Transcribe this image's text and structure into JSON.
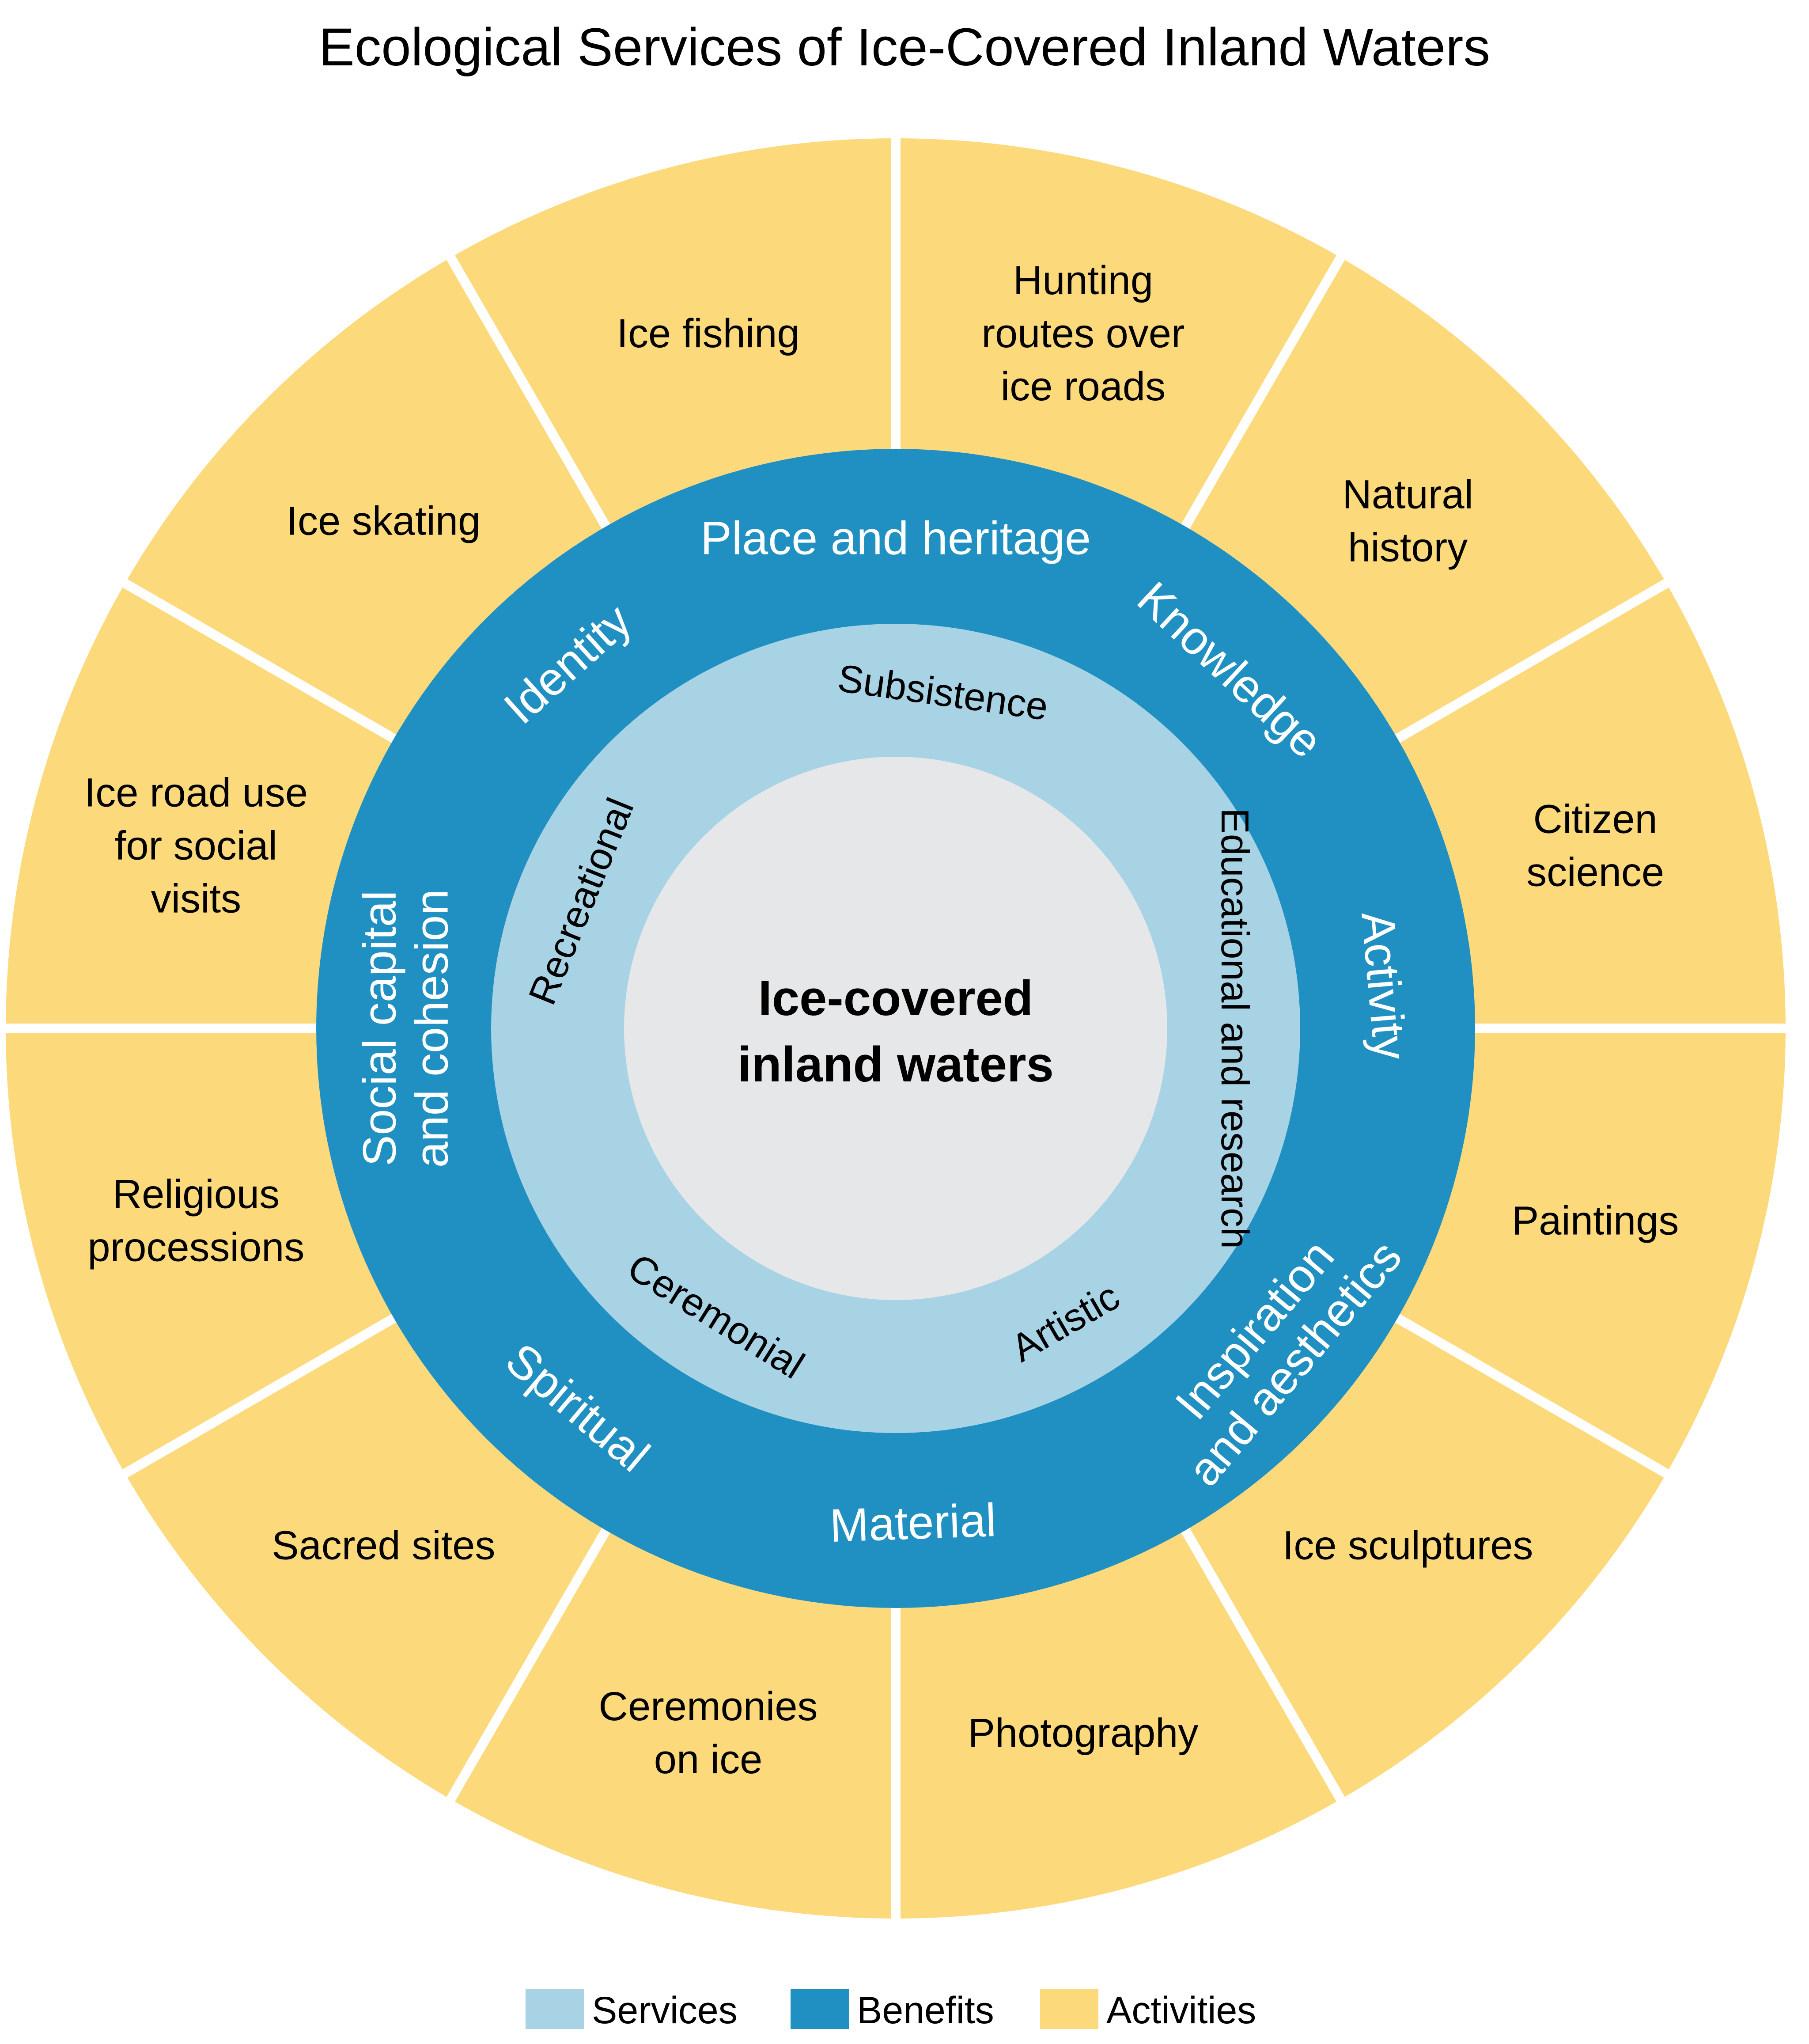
{
  "title": "Ecological Services of Ice-Covered Inland Waters",
  "center": {
    "line1": "Ice-covered",
    "line2": "inland waters"
  },
  "colors": {
    "activities": "#FCD97A",
    "benefits": "#1F90C1",
    "services": "#A7D3E5",
    "center": "#E6E7E8",
    "dividers": "#FFFFFF"
  },
  "activities": [
    {
      "lines": [
        "Hunting",
        "routes over",
        "ice roads"
      ]
    },
    {
      "lines": [
        "Natural",
        "history"
      ]
    },
    {
      "lines": [
        "Citizen",
        "science"
      ]
    },
    {
      "lines": [
        "Paintings"
      ]
    },
    {
      "lines": [
        "Ice sculptures"
      ]
    },
    {
      "lines": [
        "Photography"
      ]
    },
    {
      "lines": [
        "Ceremonies",
        "on ice"
      ]
    },
    {
      "lines": [
        "Sacred sites"
      ]
    },
    {
      "lines": [
        "Religious",
        "processions"
      ]
    },
    {
      "lines": [
        "Ice road use",
        "for social",
        "visits"
      ]
    },
    {
      "lines": [
        "Ice skating"
      ]
    },
    {
      "lines": [
        "Ice fishing"
      ]
    }
  ],
  "benefits": [
    {
      "lines": [
        "Place and heritage"
      ]
    },
    {
      "lines": [
        "Knowledge"
      ]
    },
    {
      "lines": [
        "Activity"
      ]
    },
    {
      "lines": [
        "Inspiration",
        "and aesthetics"
      ]
    },
    {
      "lines": [
        "Material"
      ]
    },
    {
      "lines": [
        "Spiritual"
      ]
    },
    {
      "lines": [
        "Social capital",
        "and cohesion"
      ]
    },
    {
      "lines": [
        "Identity"
      ]
    }
  ],
  "services": [
    {
      "label": "Subsistence"
    },
    {
      "label": "Educational and research"
    },
    {
      "label": "Artistic"
    },
    {
      "label": "Ceremonial"
    },
    {
      "label": "Recreational"
    }
  ],
  "legend": [
    {
      "label": "Services",
      "color": "#A7D3E5"
    },
    {
      "label": "Benefits",
      "color": "#1F90C1"
    },
    {
      "label": "Activities",
      "color": "#FCD97A"
    }
  ]
}
